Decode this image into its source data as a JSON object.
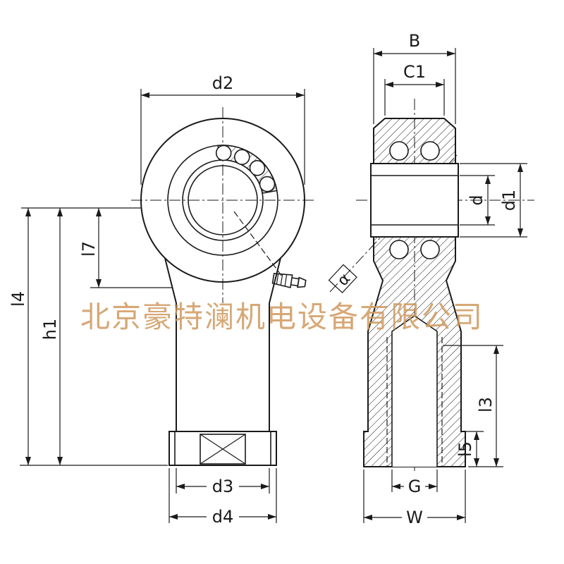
{
  "watermark": {
    "text": "北京豪特澜机电设备有限公司",
    "color": "#cf9a5f"
  },
  "line_color": "#1a1a1a",
  "labels": {
    "d2": "d2",
    "B": "B",
    "C1": "C1",
    "d": "d",
    "d1": "d1",
    "l7": "l7",
    "l4": "l4",
    "h1": "h1",
    "alpha": "α",
    "l3": "l3",
    "l5": "l5",
    "G": "G",
    "W": "W",
    "d3": "d3",
    "d4": "d4"
  }
}
